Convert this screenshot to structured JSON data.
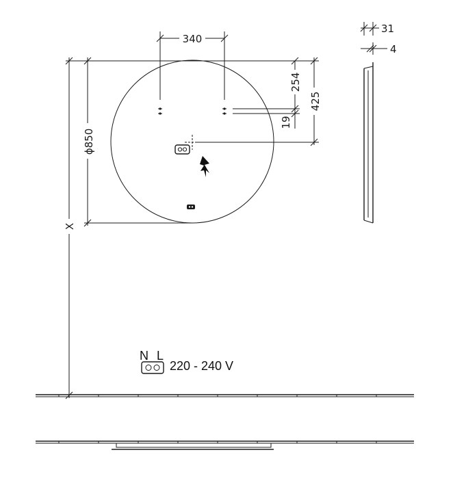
{
  "drawing": {
    "dimensions": {
      "hole_spacing": "340",
      "hole_offset": "254",
      "center_offset": "425",
      "outlet_offset": "19",
      "diameter": "ϕ850",
      "mount_height": "X",
      "depth": "31",
      "front_depth": "4"
    },
    "legend": {
      "terminal_n": "N",
      "terminal_l": "L",
      "voltage": "220 - 240 V"
    },
    "icons": [
      "lightning-bolt-icon",
      "socket-icon",
      "sensor-icon",
      "drill-hole-icon"
    ]
  }
}
